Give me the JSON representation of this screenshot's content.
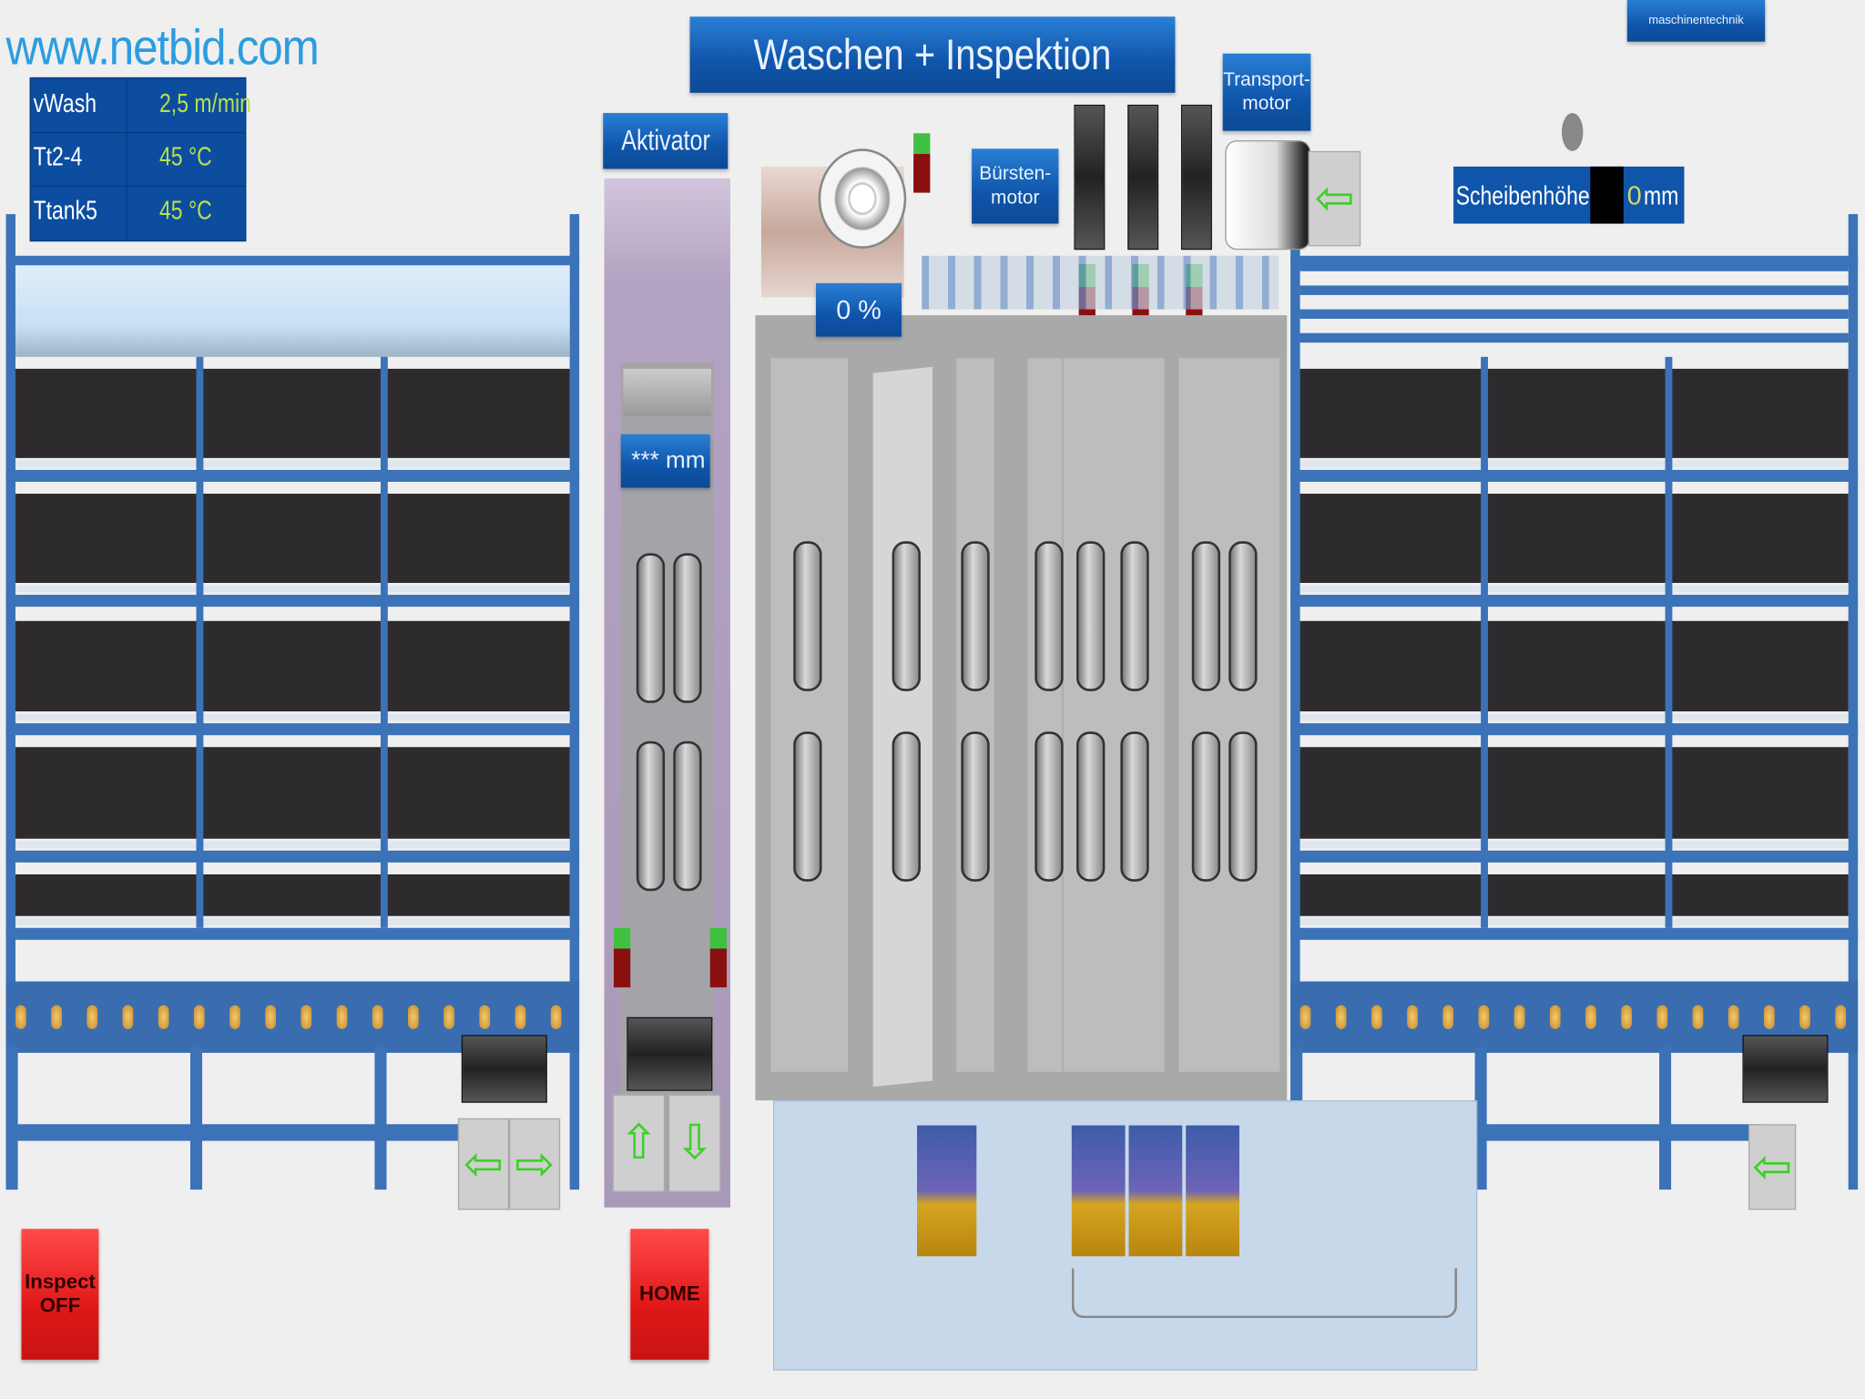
{
  "watermark": "www.netbid.com",
  "brand_tag": "maschinentechnik",
  "parameters": [
    {
      "label": "vWash",
      "value": "2,5 m/min"
    },
    {
      "label": "Tt2-4",
      "value": "45 °C"
    },
    {
      "label": "Ttank5",
      "value": "45 °C"
    }
  ],
  "title": "Waschen + Inspektion",
  "sections": {
    "aktivator": "Aktivator",
    "aktivator_height": "*** mm",
    "brush_motor": "Bürsten-motor",
    "transport_motor": "Transport-motor",
    "fan_percent": "0 %"
  },
  "scheibenhoehe": {
    "label": "Scheibenhöhe",
    "value": "0",
    "unit": "mm"
  },
  "buttons": {
    "inspect": "Inspect OFF",
    "home": "HOME",
    "arrow_left": "⇦",
    "arrow_right": "⇨",
    "arrow_up": "⇧",
    "arrow_down": "⇩"
  },
  "colors": {
    "accent_blue": "#0f55aa",
    "frame_blue": "#3b72b8",
    "button_red": "#e01818",
    "arrow_green": "#3ecf2a",
    "value_green": "#b7e04a"
  }
}
